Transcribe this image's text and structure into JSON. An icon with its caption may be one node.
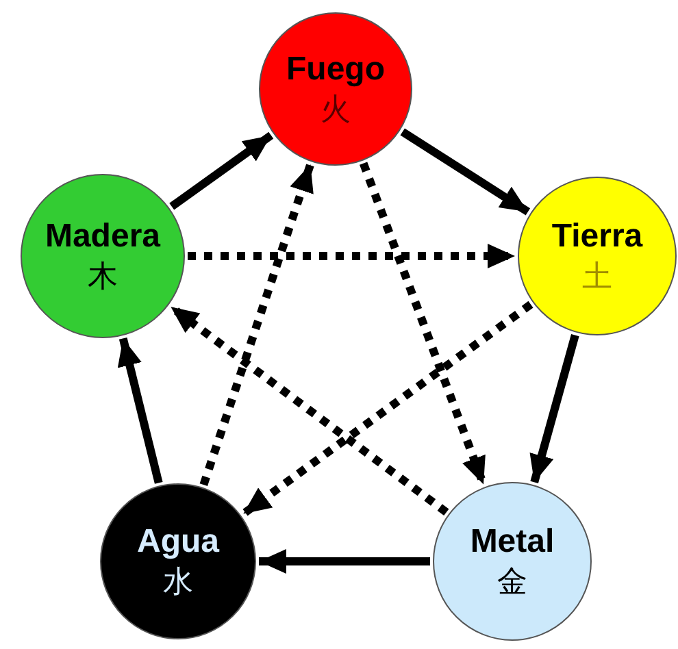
{
  "diagram": {
    "nodes": [
      {
        "text": [
          "Fuego",
          "火"
        ]
      },
      {
        "text": [
          "Madera",
          "木"
        ]
      },
      {
        "text": [
          "Tierra",
          "土"
        ]
      },
      {
        "text": [
          "Agua",
          "水"
        ]
      },
      {
        "text": [
          "Metal",
          "金"
        ]
      }
    ],
    "edges": [
      {
        "from": 1,
        "to": 0,
        "arrow": "to"
      },
      {
        "from": 0,
        "to": 2,
        "arrow": "to"
      },
      {
        "from": 2,
        "to": 4,
        "arrow": "to"
      },
      {
        "from": 4,
        "to": 3,
        "arrow": "to"
      },
      {
        "from": 3,
        "to": 1,
        "arrow": "to"
      },
      {
        "from": 1,
        "to": 2,
        "arrow": "to",
        "style": "dashed"
      },
      {
        "from": 2,
        "to": 3,
        "arrow": "to",
        "style": "dashed"
      },
      {
        "from": 3,
        "to": 0,
        "arrow": "to",
        "style": "dashed"
      },
      {
        "from": 0,
        "to": 4,
        "arrow": "to",
        "style": "dashed"
      },
      {
        "from": 4,
        "to": 1,
        "arrow": "to",
        "style": "dashed"
      }
    ]
  }
}
